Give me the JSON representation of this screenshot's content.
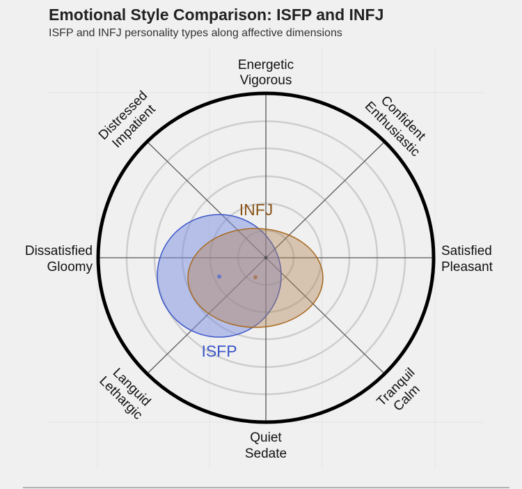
{
  "header": {
    "title": "Emotional Style Comparison: ISFP and INFJ",
    "subtitle": "ISFP and INFJ personality types along affective dimensions"
  },
  "axes": {
    "top": [
      "Energetic",
      "Vigorous"
    ],
    "top_right": [
      "Confident",
      "Enthusiastic"
    ],
    "right": [
      "Satisfied",
      "Pleasant"
    ],
    "bottom_right": [
      "Tranquil",
      "Calm"
    ],
    "bottom": [
      "Quiet",
      "Sedate"
    ],
    "bottom_left": [
      "Languid",
      "Lethargic"
    ],
    "left": [
      "Dissatisfied",
      "Gloomy"
    ],
    "top_left": [
      "Distressed",
      "Impatient"
    ]
  },
  "series": {
    "isfp": {
      "label": "ISFP",
      "stroke": "#3a55c8",
      "fill": "#7b8de0",
      "text": "#3a55c8"
    },
    "infj": {
      "label": "INFJ",
      "stroke": "#a8681e",
      "fill": "#c49a68",
      "text": "#8a5418"
    }
  },
  "chart_data": {
    "type": "scatter",
    "title": "Emotional Style Comparison: ISFP and INFJ",
    "subtitle": "ISFP and INFJ personality types along affective dimensions",
    "coordinate_system": "circumplex (valence x, arousal y), center = neutral, outer ring = 1.0",
    "axis_labels": {
      "x_negative": "Dissatisfied / Gloomy",
      "x_positive": "Satisfied / Pleasant",
      "y_positive": "Energetic / Vigorous",
      "y_negative": "Quiet / Sedate",
      "diag_upper_right": "Confident / Enthusiastic",
      "diag_lower_right": "Tranquil / Calm",
      "diag_lower_left": "Languid / Lethargic",
      "diag_upper_left": "Distressed / Impatient"
    },
    "rings": [
      0.17,
      0.33,
      0.5,
      0.67,
      0.83,
      1.0
    ],
    "series": [
      {
        "name": "ISFP",
        "center": [
          -0.28,
          -0.11
        ],
        "radius_x": 0.37,
        "radius_y": 0.37,
        "color": "#3a55c8"
      },
      {
        "name": "INFJ",
        "center": [
          -0.06,
          -0.12
        ],
        "radius_x": 0.4,
        "radius_y": 0.3,
        "color": "#a8681e"
      }
    ],
    "legend": "inline labels"
  }
}
